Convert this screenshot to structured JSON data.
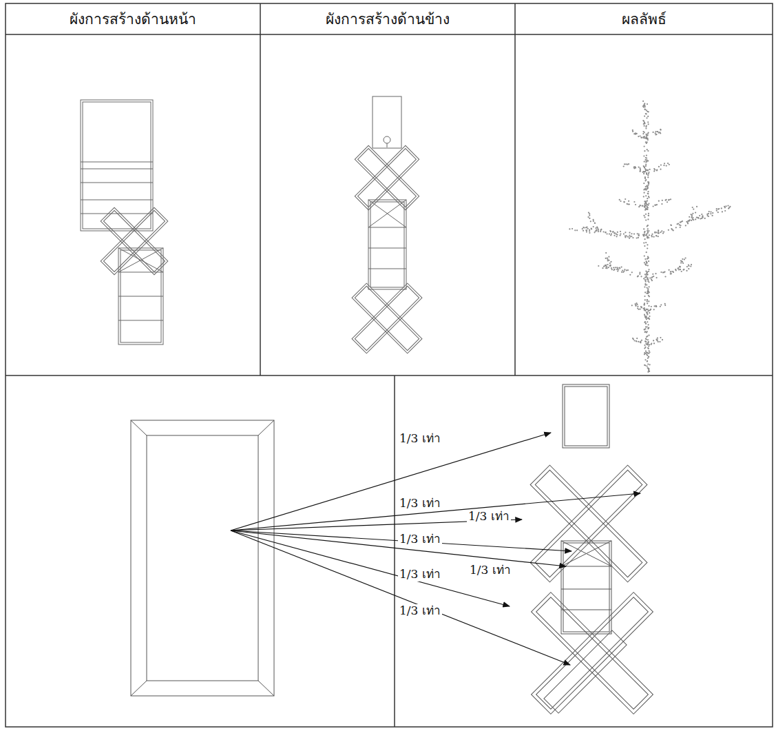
{
  "diagram": {
    "labels": [
      "ผังการสร้างด้านหน้า",
      "ผังการสร้างด้านข้าง",
      "ผลลัพธ์",
      "1/3 เท่า",
      "1/3 เท่า",
      "1/3 เท่า",
      "1/3 เท่า",
      "1/3 เท่า",
      "1/3 เท่า",
      "1/3 เท่า"
    ]
  }
}
